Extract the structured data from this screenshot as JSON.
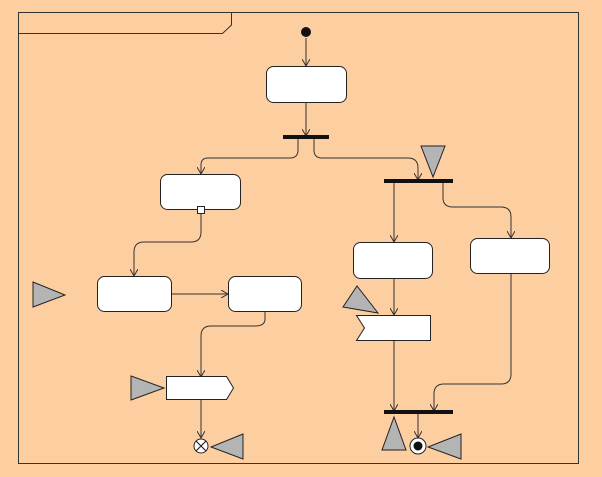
{
  "diagram": {
    "frame_title": "",
    "nodes": [
      {
        "id": "action-1",
        "label": ""
      },
      {
        "id": "action-2",
        "label": ""
      },
      {
        "id": "action-3",
        "label": ""
      },
      {
        "id": "action-4",
        "label": ""
      },
      {
        "id": "action-5",
        "label": ""
      },
      {
        "id": "action-6",
        "label": ""
      },
      {
        "id": "action-7",
        "label": ""
      },
      {
        "id": "send-signal",
        "label": ""
      },
      {
        "id": "accept-event",
        "label": ""
      }
    ]
  },
  "colors": {
    "background": "#fdcea0",
    "node_fill": "#ffffff",
    "marker_fill": "#b4b4b4",
    "stroke": "#222222"
  }
}
